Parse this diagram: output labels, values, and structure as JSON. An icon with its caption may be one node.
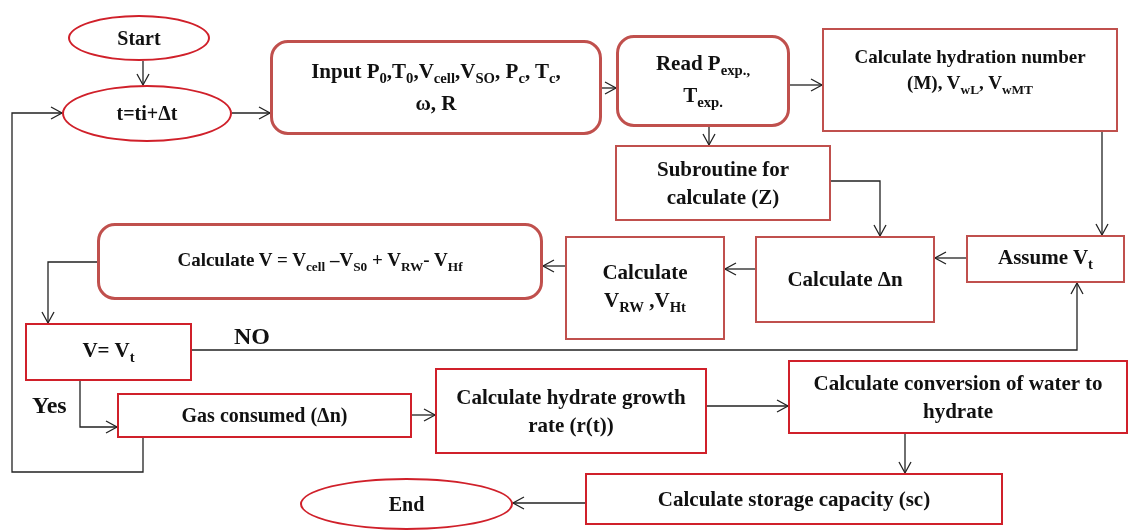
{
  "diagram": {
    "nodes": [
      {
        "text": [
          "Start"
        ]
      },
      {
        "text": [
          "t=ti+Δt"
        ]
      },
      {
        "text": [
          "Input P$_{0}$,T$_{0}$,V$_{cell}$,V$_{SO}$, P$_{c}$, T$_{c}$, ω, R"
        ]
      },
      {
        "text": [
          "Read P$_{exp.,}$ T$_{exp.}$"
        ]
      },
      {
        "text": [
          "Calculate hydration number (M), V$_{wL}$, V$_{wMT}$"
        ]
      },
      {
        "text": [
          "Subroutine for calculate (Z)"
        ]
      },
      {
        "text": [
          "Assume V$_{t}$"
        ]
      },
      {
        "text": [
          "Calculate Δn"
        ]
      },
      {
        "text": [
          "Calculate V$_{RW}$ ,V$_{Ht}$"
        ]
      },
      {
        "text": [
          "Calculate V = V$_{cell}$ –V$_{S0}$ + V$_{RW}$- V$_{Hf}$"
        ]
      },
      {
        "text": [
          "V= V$_{t}$"
        ]
      },
      {
        "text": [
          "Gas consumed (Δn)"
        ]
      },
      {
        "text": [
          "Calculate hydrate growth rate (r(t))"
        ]
      },
      {
        "text": [
          "Calculate conversion of water to hydrate"
        ]
      },
      {
        "text": [
          "Calculate storage capacity (sc)"
        ]
      },
      {
        "text": [
          "End"
        ]
      }
    ],
    "edges": [
      {
        "from": 0,
        "to": 1,
        "arrow": "to"
      },
      {
        "from": 1,
        "to": 2,
        "arrow": "to"
      },
      {
        "from": 2,
        "to": 3,
        "arrow": "to"
      },
      {
        "from": 3,
        "to": 4,
        "arrow": "to"
      },
      {
        "from": 3,
        "to": 5,
        "arrow": "to"
      },
      {
        "from": 5,
        "to": 7,
        "arrow": "to"
      },
      {
        "from": 4,
        "to": 6,
        "arrow": "to"
      },
      {
        "from": 6,
        "to": 7,
        "arrow": "to"
      },
      {
        "from": 7,
        "to": 8,
        "arrow": "to"
      },
      {
        "from": 8,
        "to": 9,
        "arrow": "to"
      },
      {
        "from": 9,
        "to": 10,
        "arrow": "to"
      },
      {
        "from": 10,
        "to": 6,
        "arrow": "to",
        "label": "NO"
      },
      {
        "from": 10,
        "to": 11,
        "arrow": "to",
        "label": "Yes"
      },
      {
        "from": 11,
        "to": 1,
        "arrow": "to"
      },
      {
        "from": 11,
        "to": 12,
        "arrow": "to"
      },
      {
        "from": 12,
        "to": 13,
        "arrow": "to"
      },
      {
        "from": 13,
        "to": 14,
        "arrow": "to"
      },
      {
        "from": 14,
        "to": 15,
        "arrow": "to"
      }
    ]
  }
}
